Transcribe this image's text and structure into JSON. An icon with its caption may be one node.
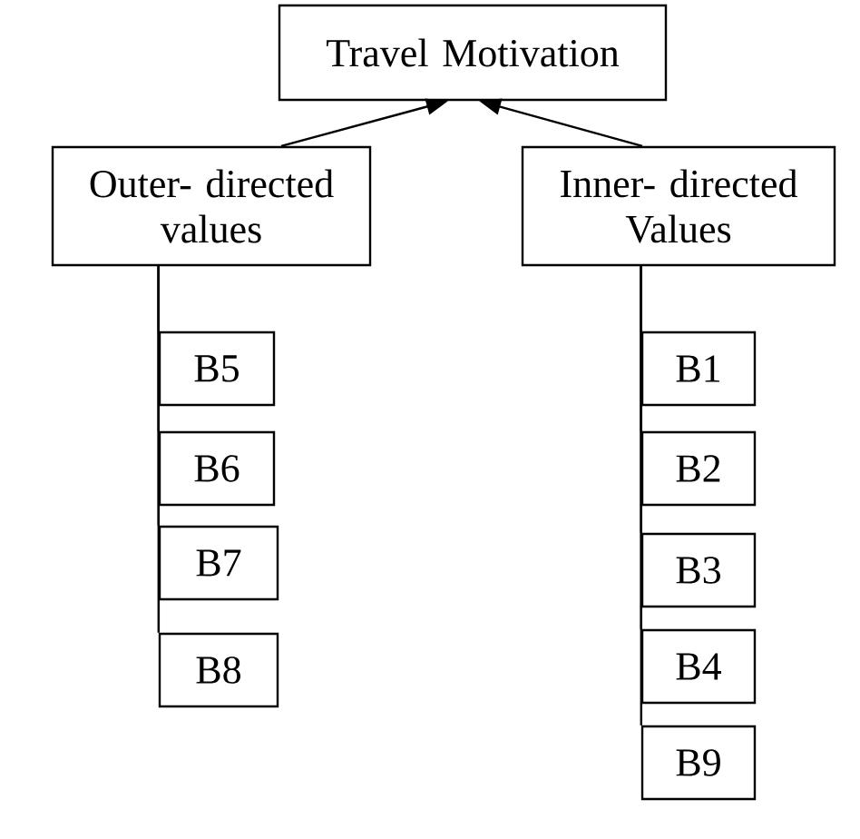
{
  "diagram": {
    "nodes": [
      {
        "text": [
          "Travel Motivation"
        ]
      },
      {
        "text": [
          "Outer- directed values"
        ]
      },
      {
        "text": [
          "Inner- directed Values"
        ]
      },
      {
        "text": [
          "B5"
        ]
      },
      {
        "text": [
          "B6"
        ]
      },
      {
        "text": [
          "B7"
        ]
      },
      {
        "text": [
          "B8"
        ]
      },
      {
        "text": [
          "B1"
        ]
      },
      {
        "text": [
          "B2"
        ]
      },
      {
        "text": [
          "B3"
        ]
      },
      {
        "text": [
          "B4"
        ]
      },
      {
        "text": [
          "B9"
        ]
      }
    ],
    "edges": [
      {
        "from": 1,
        "to": 0,
        "arrow": "to"
      },
      {
        "from": 2,
        "to": 0,
        "arrow": "to"
      },
      {
        "from": 1,
        "to": 3,
        "arrow": "none"
      },
      {
        "from": 1,
        "to": 4,
        "arrow": "none"
      },
      {
        "from": 1,
        "to": 5,
        "arrow": "none"
      },
      {
        "from": 1,
        "to": 6,
        "arrow": "none"
      },
      {
        "from": 2,
        "to": 7,
        "arrow": "none"
      },
      {
        "from": 2,
        "to": 8,
        "arrow": "none"
      },
      {
        "from": 2,
        "to": 9,
        "arrow": "none"
      },
      {
        "from": 2,
        "to": 10,
        "arrow": "none"
      },
      {
        "from": 2,
        "to": 11,
        "arrow": "none"
      }
    ]
  }
}
